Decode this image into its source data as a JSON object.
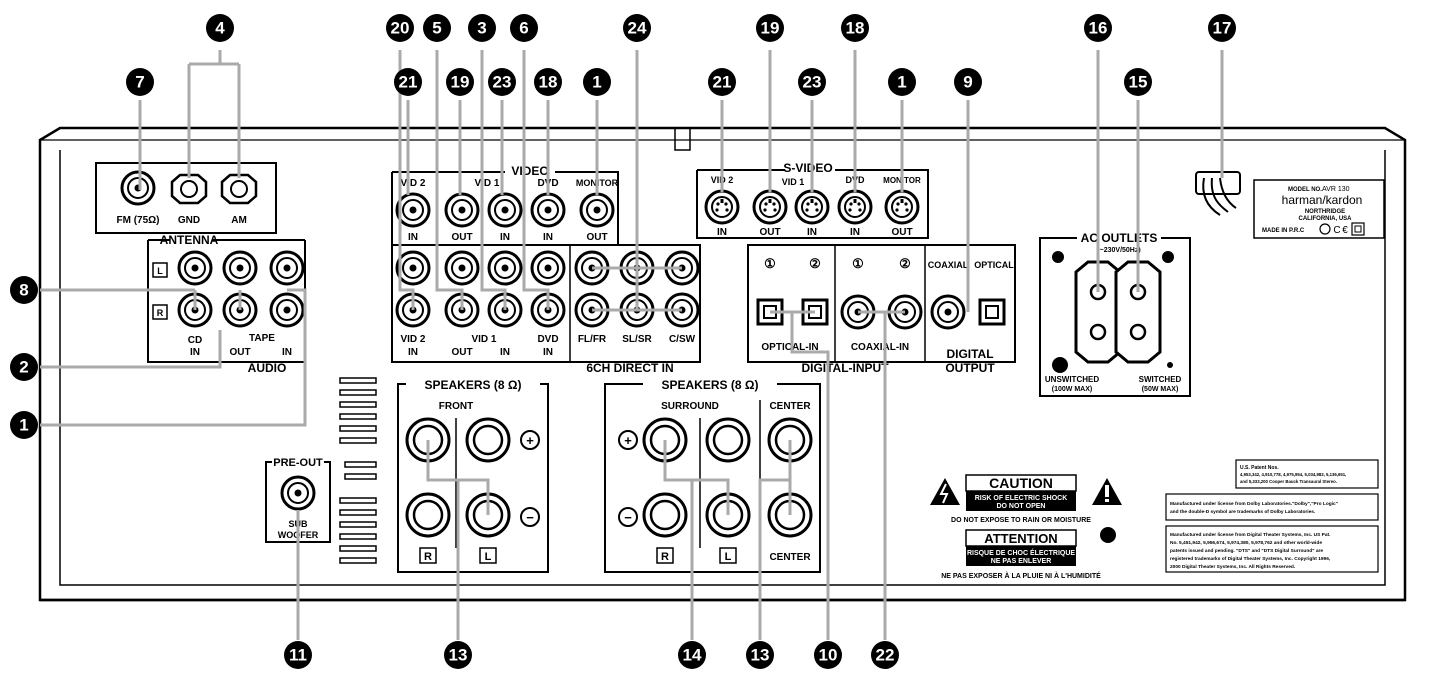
{
  "callouts": {
    "c1": "1",
    "c2": "2",
    "c3": "3",
    "c4": "4",
    "c5": "5",
    "c6": "6",
    "c7": "7",
    "c8": "8",
    "c9": "9",
    "c10": "10",
    "c11": "11",
    "c13": "13",
    "c14": "14",
    "c15": "15",
    "c16": "16",
    "c17": "17",
    "c18": "18",
    "c19": "19",
    "c20": "20",
    "c21": "21",
    "c22": "22",
    "c23": "23",
    "c24": "24"
  },
  "antenna": {
    "title": "ANTENNA",
    "fm": "FM (75Ω)",
    "gnd": "GND",
    "am": "AM"
  },
  "audio": {
    "title": "AUDIO",
    "cd_in_1": "CD",
    "cd_in_2": "IN",
    "tape": "TAPE",
    "out": "OUT",
    "in": "IN",
    "left_mark": "L",
    "right_mark": "R"
  },
  "video": {
    "title": "VIDEO",
    "vid2": "VID 2",
    "vid1": "VID 1",
    "dvd": "DVD",
    "monitor": "MONITOR",
    "in": "IN",
    "out": "OUT"
  },
  "direct": {
    "title": "6CH  DIRECT IN",
    "flfr": "FL/FR",
    "slsr": "SL/SR",
    "csw": "C/SW"
  },
  "svideo": {
    "title": "S-VIDEO",
    "vid2": "VID 2",
    "vid1": "VID 1",
    "dvd": "DVD",
    "monitor": "MONITOR",
    "in": "IN",
    "out": "OUT"
  },
  "digital_input": {
    "title": "DIGITAL-INPUT",
    "one": "①",
    "two": "②",
    "optical_in": "OPTICAL-IN",
    "coaxial_in": "COAXIAL-IN"
  },
  "digital_output": {
    "coaxial": "COAXIAL",
    "optical": "OPTICAL",
    "title_1": "DIGITAL",
    "title_2": "OUTPUT"
  },
  "ac": {
    "title": "AC OUTLETS",
    "rating": "(~230V/50Hz)",
    "unswitched": "UNSWITCHED",
    "unswitched_max": "(100W MAX)",
    "switched": "SWITCHED",
    "switched_max": "(50W MAX)"
  },
  "model": {
    "model_no": "MODEL NO.",
    "model": "AVR 130",
    "brand": "harman/kardon",
    "city": "NORTHRIDGE",
    "state": "CALIFORNIA, USA",
    "made_in": "MADE IN P.R.C"
  },
  "speakers_left": {
    "title": "SPEAKERS (8 Ω)",
    "front": "FRONT",
    "r": "R",
    "l": "L",
    "plus": "+",
    "minus": "−"
  },
  "speakers_right": {
    "title": "SPEAKERS (8 Ω)",
    "surround": "SURROUND",
    "center": "CENTER",
    "center_bottom": "CENTER",
    "r": "R",
    "l": "L"
  },
  "preout": {
    "title": "PRE-OUT",
    "sub": "SUB",
    "woofer": "WOOFER"
  },
  "caution": {
    "title": "CAUTION",
    "line1": "RISK OF ELECTRIC SHOCK",
    "line2": "DO NOT OPEN",
    "expose": "DO NOT EXPOSE TO RAIN OR MOISTURE",
    "attention": "ATTENTION",
    "fr1": "RISQUE DE CHOC ÉLECTRIQUE",
    "fr2": "NE PAS ENLEVER",
    "fr_expose": "NE PAS EXPOSER À LA PLUIE NI À L'HUMIDITÉ"
  },
  "patents": {
    "p1": "U.S. Patent Nos.",
    "p2": "4,953,342, 4,910,778, 4,975,954, 5,034,983, 5,136,651,",
    "p3": "and 5,333,200 Cooper Bauck Transaural Stereo.",
    "d1": "Manufactured under license from Dolby Laboratories.\"Dolby\",\"Pro Logic\"",
    "d2": "and the double-D symbol are trademarks of Dolby Laboratories.",
    "t1": "Manufactured under license from Digital Theater Systems, Inc. US Pat.",
    "t2": "No. 5,451,942, 5,956,674, 5,974,380, 5,978,762 and other world-wide",
    "t3": "patents issued and pending. \"DTS\" and \"DTS Digital Surround\" are",
    "t4": "registered trademarks of Digital Theater Systems, Inc. Copyright 1996,",
    "t5": "2000 Digital Theater Systems, Inc. All Rights Reserved."
  }
}
